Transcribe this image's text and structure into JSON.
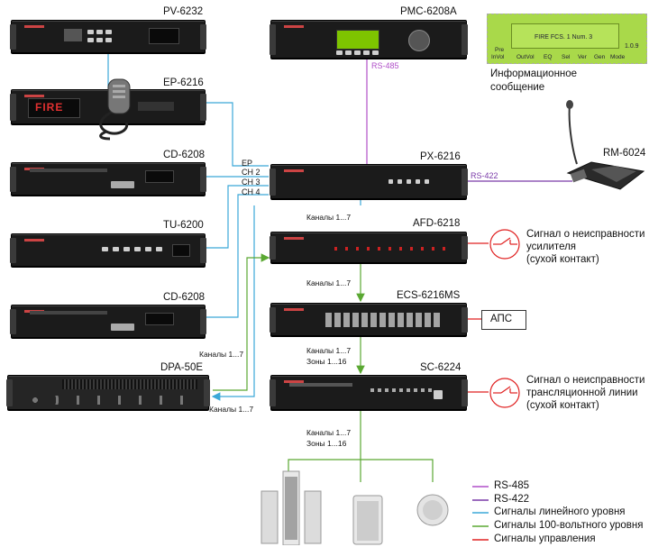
{
  "devices": {
    "pv6232": "PV-6232",
    "pmc6208a": "PMC-6208A",
    "ep6216": "EP-6216",
    "cd6208_top": "CD-6208",
    "px6216": "PX-6216",
    "rm6024": "RM-6024",
    "tu6200": "TU-6200",
    "afd6218": "AFD-6218",
    "cd6208_bottom": "CD-6208",
    "ecs6216ms": "ECS-6216MS",
    "dpa50e": "DPA-50E",
    "sc6224": "SC-6224"
  },
  "ep_display": "FIRE",
  "lcd": {
    "line1": "FIRE FCS. 1  Num. 3",
    "version": "1.0.9",
    "soft_keys": [
      "Pre",
      "InVol",
      "OutVol",
      "EQ",
      "Sel",
      "Ver",
      "Gen",
      "Mode"
    ]
  },
  "info_message": [
    "Информационное",
    "сообщение"
  ],
  "links": {
    "rs485": "RS-485",
    "rs422": "RS-422",
    "ep": "EP",
    "ch2": "CH 2",
    "ch3": "CH 3",
    "ch4": "CH 4"
  },
  "channel_labels": {
    "afd_in": "Каналы 1...7",
    "afd_out": "Каналы 1...7",
    "ecs_out": [
      "Каналы 1...7",
      "Зоны 1...16"
    ],
    "dpa_in": "Каналы 1...7",
    "dpa_out": "Каналы 1...7",
    "sc_out": [
      "Каналы 1...7",
      "Зоны 1...16"
    ]
  },
  "amp_fault": [
    "Сигнал о неисправности",
    "усилителя",
    "(сухой контакт)"
  ],
  "line_fault": [
    "Сигнал о неисправности",
    "трансляционной линии",
    "(сухой контакт)"
  ],
  "aps": "АПС",
  "legend": [
    {
      "label": "RS-485",
      "color": "#b04fc8"
    },
    {
      "label": "RS-422",
      "color": "#7a3aa8"
    },
    {
      "label": "Сигналы линейного уровня",
      "color": "#3ba8d8"
    },
    {
      "label": "Сигналы 100-вольтного уровня",
      "color": "#5aa832"
    },
    {
      "label": "Сигналы управления",
      "color": "#e02020"
    }
  ]
}
